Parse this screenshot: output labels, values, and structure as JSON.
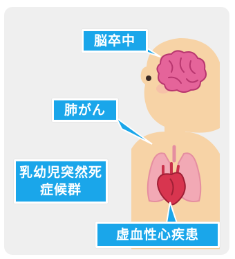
{
  "labels": {
    "stroke": "脳卒中",
    "lung_cancer": "肺がん",
    "sids_line1": "乳幼児突然死",
    "sids_line2": "症候群",
    "heart_disease": "虚血性心疾患"
  },
  "colors": {
    "label_bg": "#1aa6ea",
    "label_text": "#ffffff",
    "card_bg": "#efefef",
    "skin": "#f7d3a6",
    "brain": "#e5649a",
    "lung": "#f2a9b5",
    "heart": "#d8354f"
  }
}
